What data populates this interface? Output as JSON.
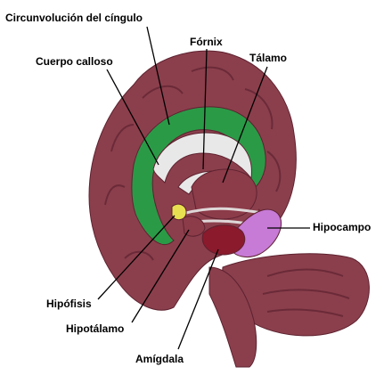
{
  "labels": {
    "cingulate": "Circunvolución del cíngulo",
    "fornix": "Fórnix",
    "corpus_callosum": "Cuerpo calloso",
    "thalamus": "Tálamo",
    "hippocampus": "Hipocampo",
    "pituitary": "Hipófisis",
    "hypothalamus": "Hipotálamo",
    "amygdala": "Amígdala"
  },
  "colors": {
    "cortex": "#8b3f4c",
    "cortex_dark": "#5e2230",
    "cingulate": "#2a9a47",
    "white_matter": "#e8e8e8",
    "thalamus": "#8c3b49",
    "hippocampus": "#c77ad6",
    "pituitary": "#e8e050",
    "amygdala": "#8a1a2c",
    "leader": "#000000"
  }
}
